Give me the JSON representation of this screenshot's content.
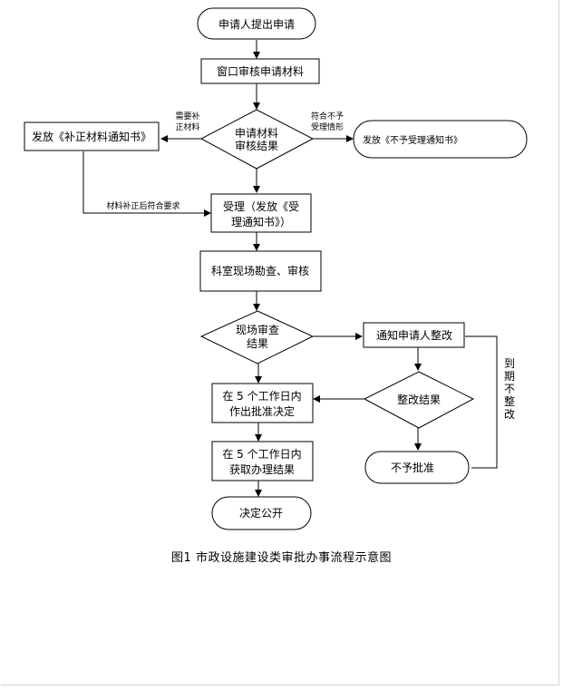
{
  "diagram": {
    "nodes": {
      "start": "申请人提出申请",
      "window_review": "窗口审核申请材料",
      "review_result": [
        "申请材料",
        "审核结果"
      ],
      "issue_supplement": "发放《补正材料通知书》",
      "issue_rejection": "发放《不予受理通知书》",
      "accept": [
        "受理（发放《受",
        "理通知书》）"
      ],
      "site_inspection": "科室现场勘查、审核",
      "site_result": [
        "现场审查",
        "结果"
      ],
      "notify_rectify": "通知申请人整改",
      "rectify_result": "整改结果",
      "decision_5days": [
        "在 5 个工作日内",
        "作出批准决定"
      ],
      "obtain_result": [
        "在 5 个工作日内",
        "获取办理结果"
      ],
      "not_approved": "不予批准",
      "publish": "决定公开"
    },
    "edge_labels": {
      "need_supplement": [
        "需要补",
        "正材料"
      ],
      "not_qualified": [
        "符合不予",
        "受理情形"
      ],
      "supplement_ok": "材料补正后符合要求",
      "overdue": "到期不整改"
    }
  },
  "caption": "图1  市政设施建设类审批办事流程示意图"
}
